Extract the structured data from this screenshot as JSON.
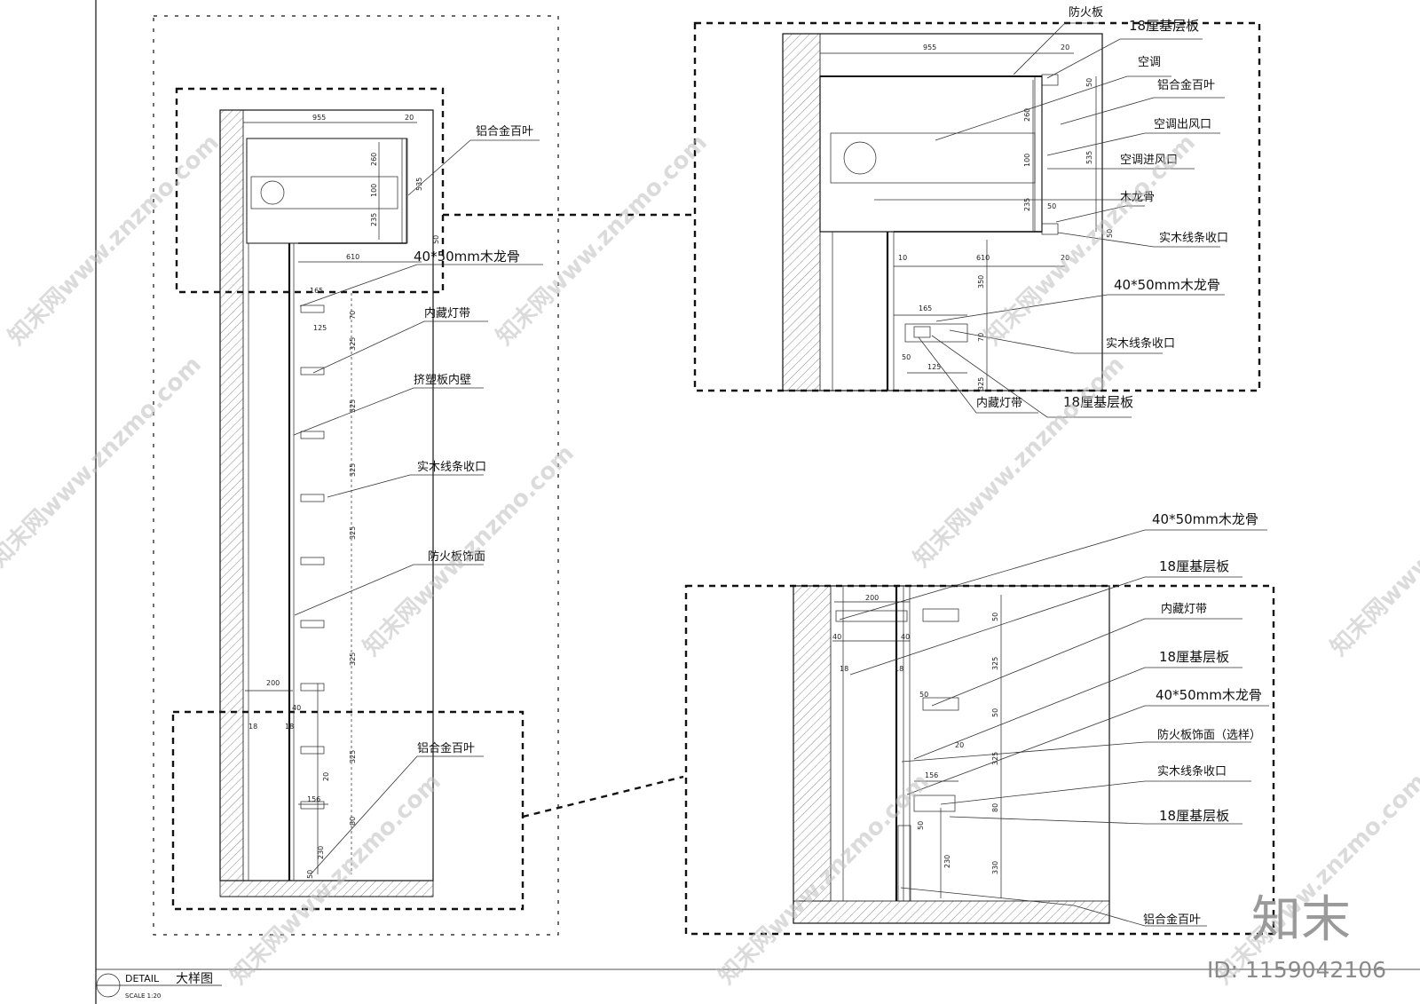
{
  "title_block": {
    "detail_label": "DETAIL",
    "detail_name": "大样图",
    "scale_label": "SCALE  1:20"
  },
  "left_view": {
    "dims": {
      "top_width": "955",
      "top_gap": "20",
      "d260": "260",
      "d100": "100",
      "d235": "235",
      "d535": "535",
      "d50a": "50",
      "d610": "610",
      "d165": "165",
      "d125": "125",
      "d70": "70",
      "d325": "325",
      "d200": "200",
      "d40": "40",
      "d18": "18",
      "d156": "156",
      "d80": "80",
      "d230": "230",
      "d50": "50",
      "d20": "20"
    },
    "labels": {
      "louver_top": "铝合金百叶",
      "keel": "40*50mm木龙骨",
      "light_strip": "内藏灯带",
      "extruded_wall": "挤塑板内壁",
      "solid_trim": "实木线条收口",
      "fireproof_face": "防火板饰面",
      "louver_bottom": "铝合金百叶"
    }
  },
  "top_right_view": {
    "dims": {
      "d955": "955",
      "d20": "20",
      "d260": "260",
      "d100": "100",
      "d235": "235",
      "d535": "535",
      "d50": "50",
      "d610": "610",
      "d165": "165",
      "d125": "125",
      "d70": "70",
      "d325": "325",
      "d350": "350",
      "d10": "10"
    },
    "labels": {
      "fireproof": "防火板",
      "base18": "18厘基层板",
      "ac": "空调",
      "louver": "铝合金百叶",
      "ac_out": "空调出风口",
      "ac_in": "空调进风口",
      "wood_keel": "木龙骨",
      "solid_trim": "实木线条收口",
      "keel4050": "40*50mm木龙骨",
      "solid_trim2": "实木线条收口",
      "light": "内藏灯带",
      "base18b": "18厘基层板"
    }
  },
  "bottom_right_view": {
    "dims": {
      "d200": "200",
      "d40a": "40",
      "d40b": "40",
      "d18a": "18",
      "d18b": "18",
      "d50a": "50",
      "d325a": "325",
      "d50b": "50",
      "d325b": "325",
      "d20": "20",
      "d156": "156",
      "d80": "80",
      "d50c": "50",
      "d230": "230",
      "d330": "330",
      "d50d": "50"
    },
    "labels": {
      "keel1": "40*50mm木龙骨",
      "base1": "18厘基层板",
      "light": "内藏灯带",
      "base2": "18厘基层板",
      "keel2": "40*50mm木龙骨",
      "fireproof": "防火板饰面（选样）",
      "solid_trim": "实木线条收口",
      "base3": "18厘基层板",
      "louver": "铝合金百叶"
    }
  },
  "branding": {
    "logo_text": "知末",
    "id_text": "ID: 1159042106",
    "watermark": "知末网www.znzmo.com"
  }
}
